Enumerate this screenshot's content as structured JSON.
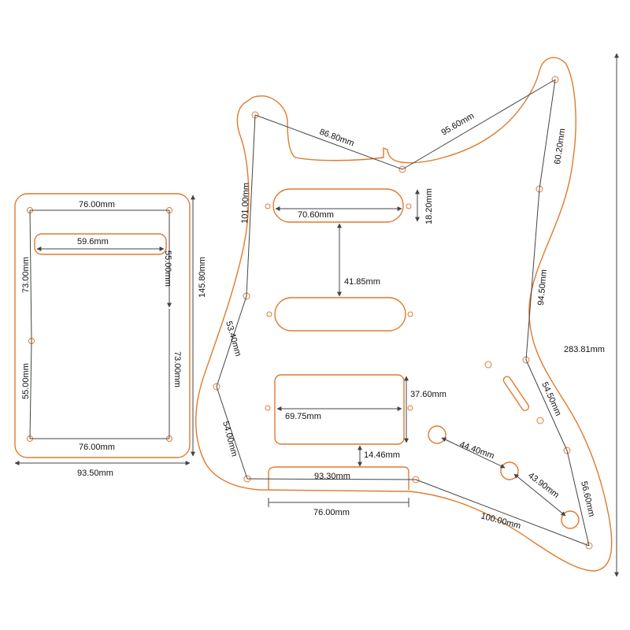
{
  "colors": {
    "outline": "#e07a2e",
    "dimension": "#444444",
    "text": "#111111"
  },
  "backplate": {
    "top_spacing": "76.00mm",
    "bottom_spacing": "76.00mm",
    "slot_length": "59.6mm",
    "left_upper_spacing": "73.00mm",
    "left_lower_spacing": "55.00mm",
    "right_upper_spacing": "55.00mm",
    "right_lower_spacing": "73.00mm",
    "total_height": "145.80mm",
    "total_width": "93.50mm"
  },
  "pickguard": {
    "top_left_to_center": "86.80mm",
    "center_to_horn": "95.60mm",
    "horn_to_right1": "60.20mm",
    "right1_to_right2": "94.50mm",
    "right2_to_right3": "54.50mm",
    "right3_to_bottom": "56.60mm",
    "bottom_to_lower_left": "100.00mm",
    "left_top_to_mid": "101.00mm",
    "left_mid_to_lower": "53.40mm",
    "left_lower_to_bottom": "54.00mm",
    "neck_pickup_width": "70.60mm",
    "neck_pickup_height": "18.20mm",
    "pickup_gap": "41.85mm",
    "humbucker_width": "69.75mm",
    "humbucker_height": "37.60mm",
    "humbucker_to_edge": "14.46mm",
    "bottom_screw_span": "93.30mm",
    "cutout_width": "76.00mm",
    "knob1_to_knob2": "44.40mm",
    "knob2_to_knob3": "43.90mm",
    "overall_height": "283.81mm"
  }
}
